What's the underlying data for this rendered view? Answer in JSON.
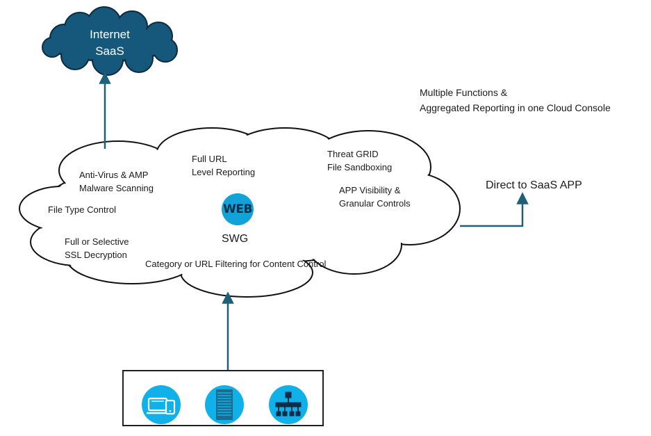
{
  "internet_cloud": {
    "line1": "Internet",
    "line2": "SaaS"
  },
  "headline": {
    "line1": "Multiple Functions &",
    "line2": "Aggregated Reporting in one Cloud Console"
  },
  "swg_cloud": {
    "center_label": "SWG",
    "badge_text": "WEB",
    "features": {
      "full_url": [
        "Full URL",
        "Level Reporting"
      ],
      "threat_grid": [
        "Threat GRID",
        "File Sandboxing"
      ],
      "anti_virus": [
        "Anti-Virus & AMP",
        "Malware Scanning"
      ],
      "app_visibility": [
        "APP Visibility &",
        "Granular Controls"
      ],
      "file_type": [
        "File Type Control"
      ],
      "ssl": [
        "Full or Selective",
        "SSL Decryption"
      ],
      "category": [
        "Category or URL Filtering for Content Control"
      ]
    }
  },
  "direct_saas": "Direct to SaaS APP",
  "endpoints": {
    "icons": [
      "devices-icon",
      "server-icon",
      "network-hub-icon"
    ]
  },
  "colors": {
    "dark_cloud": "#15587c",
    "arrow": "#1f5f7a",
    "icon_blue": "#10b1e9"
  }
}
